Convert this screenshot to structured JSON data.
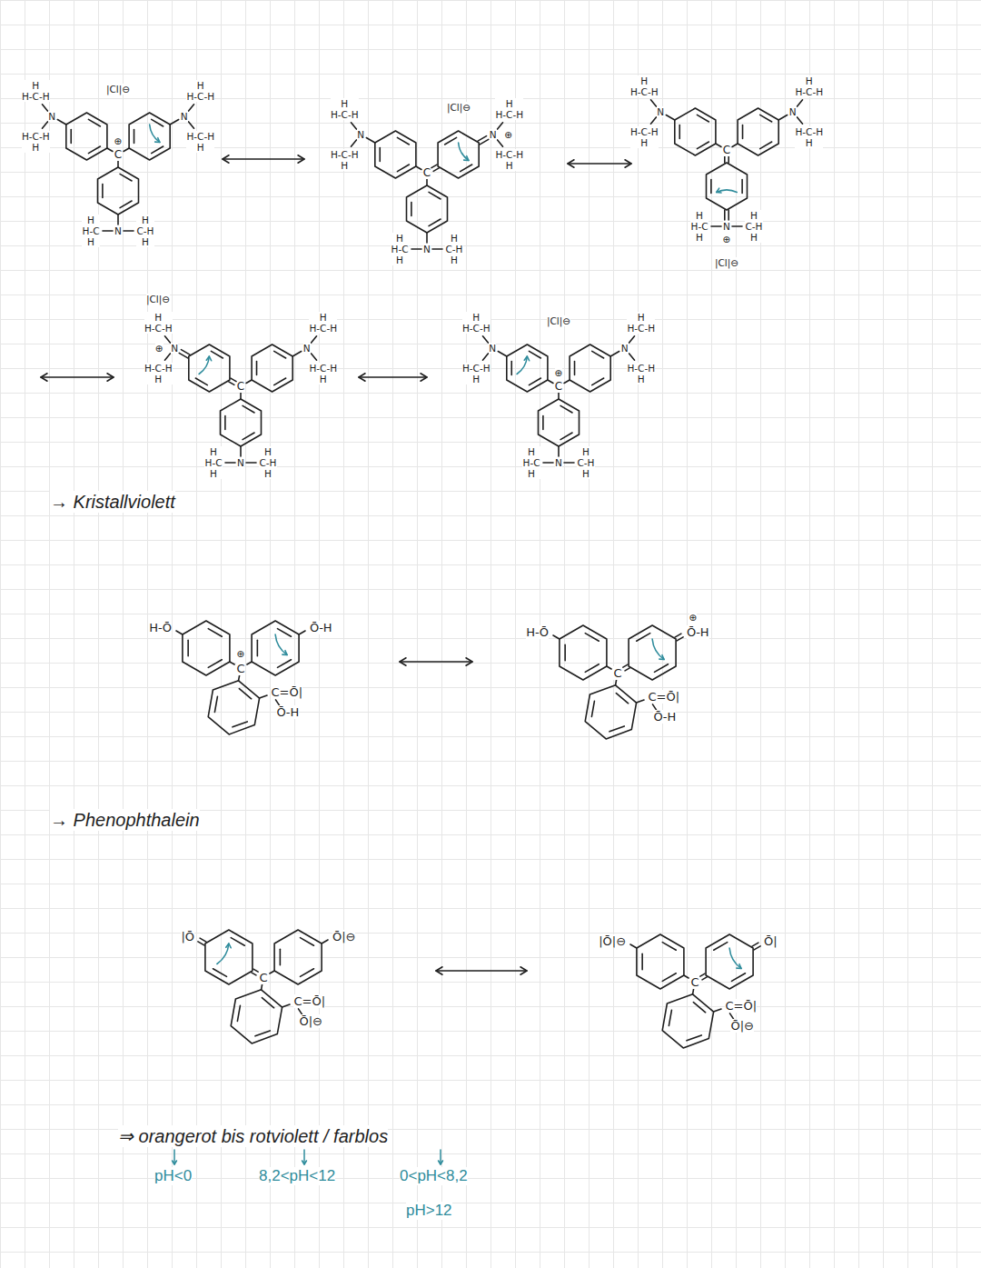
{
  "diagram": {
    "labels": [
      "H H‑C‑H",
      "N",
      "H‑C‑H H",
      "C",
      "⊕",
      "H H‑C‑H",
      "N",
      "H‑C‑H H",
      "H H‑C H",
      "N",
      "H C‑H H",
      "|Cl|⊖",
      "H H‑C‑H",
      "N",
      "H‑C‑H H",
      "C",
      "H H‑C‑H",
      "N",
      "H‑C‑H H",
      "⊕",
      "H H‑C H",
      "N",
      "H C‑H H",
      "|Cl|⊖",
      "H H‑C‑H",
      "N",
      "H‑C‑H H",
      "C",
      "H H‑C‑H",
      "N",
      "H‑C‑H H",
      "H H‑C H",
      "N",
      "H C‑H H",
      "⊕",
      "|Cl|⊖",
      "H H‑C‑H",
      "N",
      "H‑C‑H H",
      "⊕",
      "C",
      "H H‑C‑H",
      "N",
      "H‑C‑H H",
      "H H‑C H",
      "N",
      "H C‑H H",
      "|Cl|⊖",
      "H H‑C‑H",
      "N",
      "H‑C‑H H",
      "C",
      "⊕",
      "H H‑C‑H",
      "N",
      "H‑C‑H H",
      "H H‑C H",
      "N",
      "H C‑H H",
      "|Cl|⊖",
      "→ Kristallviolett",
      "H-Ō",
      "C",
      "⊕",
      "Ō-H",
      "C=Ō|",
      "Ō-H",
      "H-Ō",
      "C",
      "Ō-H",
      "⊕",
      "C=Ō|",
      "Ō-H",
      "→ Phenophthalein",
      "|Ō",
      "C",
      "Ō|⊖",
      "C=Ō|",
      "Ō|⊖",
      "|Ō|⊖",
      "C",
      "Ō|",
      "C=Ō|",
      "Ō|⊖",
      "⇒ orangerot bis rotviolett / farblos",
      "pH<0",
      "8,2<pH<12",
      "0<pH<8,2",
      "pH>12"
    ]
  }
}
